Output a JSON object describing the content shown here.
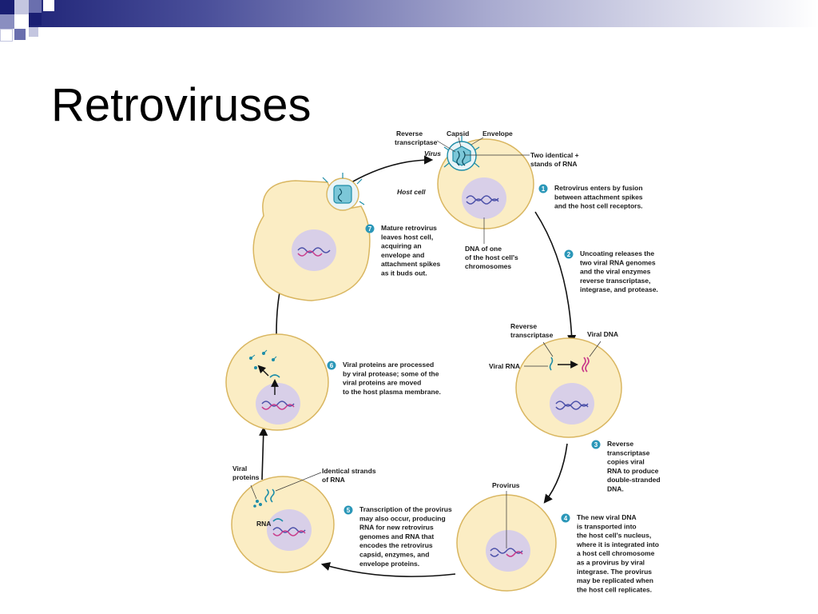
{
  "slide": {
    "title": "Retroviruses",
    "accent_colors": {
      "bar_dark": "#1a1f73",
      "bar_light": "#a9abd0",
      "cell_fill": "#fbedc4",
      "cell_stroke": "#d9b660",
      "nucleus": "#d8cfe8",
      "viral": "#1d8da8",
      "step_badge": "#2b97b8"
    }
  },
  "diagram": {
    "top_labels": {
      "reverse_transcriptase": [
        "Reverse",
        "transcriptase"
      ],
      "capsid": "Capsid",
      "envelope": "Envelope",
      "virus": "Virus",
      "rna": [
        "Two identical +",
        "stands of RNA"
      ],
      "host_cell": "Host cell",
      "dna": [
        "DNA of one",
        "of the host cell's",
        "chromosomes"
      ]
    },
    "step_labels": {
      "rt2": [
        "Reverse",
        "transcriptase"
      ],
      "viral_dna": "Viral DNA",
      "viral_rna": "Viral RNA",
      "provirus": "Provirus",
      "viral_proteins": [
        "Viral",
        "proteins"
      ],
      "identical": [
        "Identical strands",
        "of RNA"
      ],
      "rna": "RNA"
    },
    "steps": [
      {
        "num": "1",
        "lines": [
          "Retrovirus enters by fusion",
          "between attachment spikes",
          "and the host cell receptors."
        ]
      },
      {
        "num": "2",
        "lines": [
          "Uncoating releases the",
          "two viral RNA genomes",
          "and the viral enzymes",
          "reverse transcriptase,",
          "integrase, and protease."
        ]
      },
      {
        "num": "3",
        "lines": [
          "Reverse",
          "transcriptase",
          "copies viral",
          "RNA to produce",
          "double-stranded",
          "DNA."
        ]
      },
      {
        "num": "4",
        "lines": [
          "The new viral DNA",
          "is transported into",
          "the host cell's nucleus,",
          "where it is integrated into",
          "a host cell chromosome",
          "as a provirus by viral",
          "integrase. The provirus",
          "may be replicated when",
          "the host cell replicates."
        ]
      },
      {
        "num": "5",
        "lines": [
          "Transcription of the provirus",
          "may also occur, producing",
          "RNA for new retrovirus",
          "genomes and RNA that",
          "encodes the retrovirus",
          "capsid, enzymes, and",
          "envelope proteins."
        ]
      },
      {
        "num": "6",
        "lines": [
          "Viral proteins are processed",
          "by viral protease; some of the",
          "viral proteins are moved",
          "to the host plasma membrane."
        ]
      },
      {
        "num": "7",
        "lines": [
          "Mature retrovirus",
          "leaves host cell,",
          "acquiring an",
          "envelope and",
          "attachment spikes",
          "as it buds out."
        ]
      }
    ]
  }
}
